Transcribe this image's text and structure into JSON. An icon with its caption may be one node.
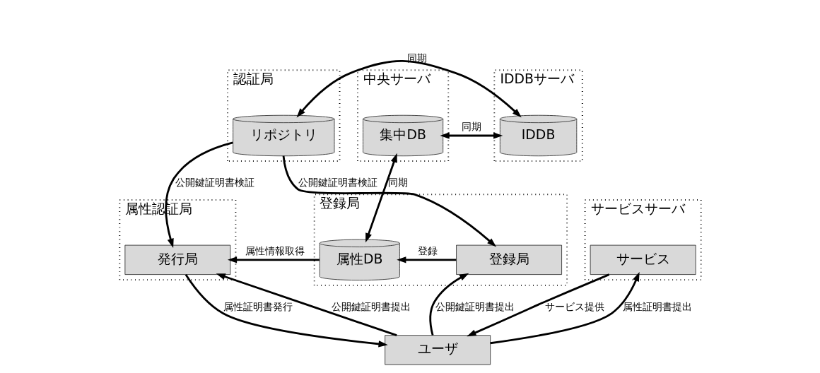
{
  "diagram": {
    "nodes": [
      {
        "text": [
          "認証局"
        ]
      },
      {
        "text": [
          "リポジトリ"
        ],
        "in": 0
      },
      {
        "text": [
          "IDDBサーバ"
        ]
      },
      {
        "text": [
          "IDDB"
        ],
        "in": 2
      },
      {
        "text": [
          "中央サーバ"
        ]
      },
      {
        "text": [
          "集中DB"
        ],
        "in": 4
      },
      {
        "text": [
          "属性認証局"
        ]
      },
      {
        "text": [
          "発行局"
        ],
        "in": 6
      },
      {
        "text": [
          "登録局"
        ]
      },
      {
        "text": [
          "属性DB"
        ],
        "in": 8
      },
      {
        "text": [
          "登録局"
        ],
        "in": 8
      },
      {
        "text": [
          "サービスサーバ"
        ]
      },
      {
        "text": [
          "サービス"
        ],
        "in": 11
      },
      {
        "text": [
          "ユーザ"
        ]
      }
    ],
    "edges": [
      {
        "from": 1,
        "to": 3,
        "arrow": "both",
        "label": "同期"
      },
      {
        "from": 3,
        "to": 5,
        "arrow": "both",
        "label": "同期"
      },
      {
        "from": 1,
        "to": 7,
        "arrow": "to",
        "label": "公開鍵証明書検証"
      },
      {
        "from": 1,
        "to": 10,
        "arrow": "to",
        "label": "公開鍵証明書検証"
      },
      {
        "from": 5,
        "to": 9,
        "arrow": "both",
        "label": "同期"
      },
      {
        "from": 10,
        "to": 9,
        "arrow": "to",
        "label": "登録"
      },
      {
        "from": 9,
        "to": 7,
        "arrow": "to",
        "label": "属性情報取得"
      },
      {
        "from": 13,
        "to": 7,
        "arrow": "to",
        "label": "公開鍵証明書提出"
      },
      {
        "from": 7,
        "to": 13,
        "arrow": "to",
        "label": "属性証明書発行"
      },
      {
        "from": 13,
        "to": 10,
        "arrow": "to",
        "label": "公開鍵証明書提出"
      },
      {
        "from": 13,
        "to": 12,
        "arrow": "to",
        "label": "属性証明書提出"
      },
      {
        "from": 12,
        "to": 13,
        "arrow": "to",
        "label": "サービス提供"
      }
    ]
  }
}
